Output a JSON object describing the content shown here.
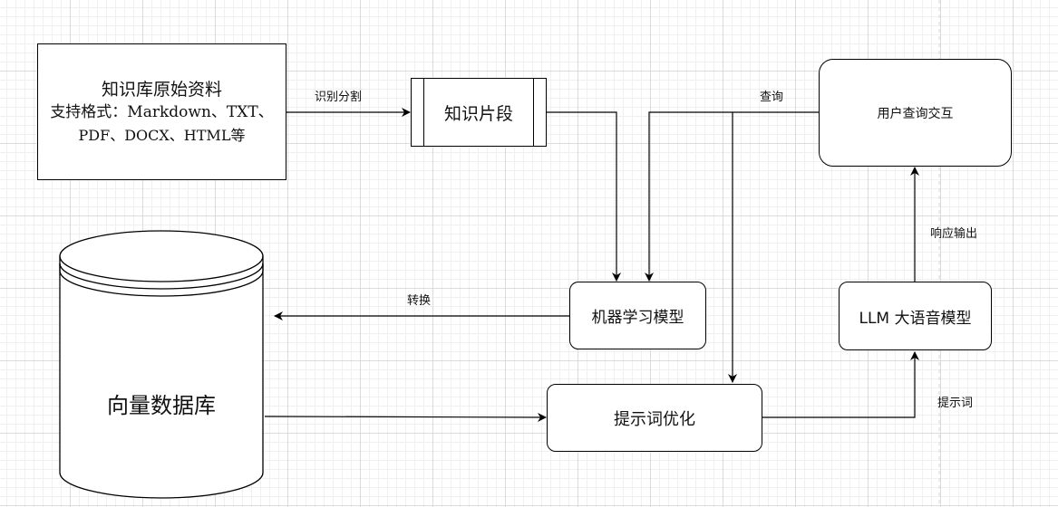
{
  "source_node": {
    "line1": "知识库原始资料",
    "line2": "支持格式：Markdown、TXT、",
    "line3": "PDF、DOCX、HTML等"
  },
  "fragment_node": {
    "label": "知识片段"
  },
  "ml_node": {
    "label": "机器学习模型"
  },
  "vector_db": {
    "label": "向量数据库"
  },
  "prompt_node": {
    "label": "提示词优化"
  },
  "llm_node": {
    "label": "LLM 大语音模型"
  },
  "user_node": {
    "label": "用户查询交互"
  },
  "edge_labels": {
    "recognize_split": "识别分割",
    "query": "查询",
    "convert": "转换",
    "response_output": "响应输出",
    "prompt_words": "提示词"
  }
}
